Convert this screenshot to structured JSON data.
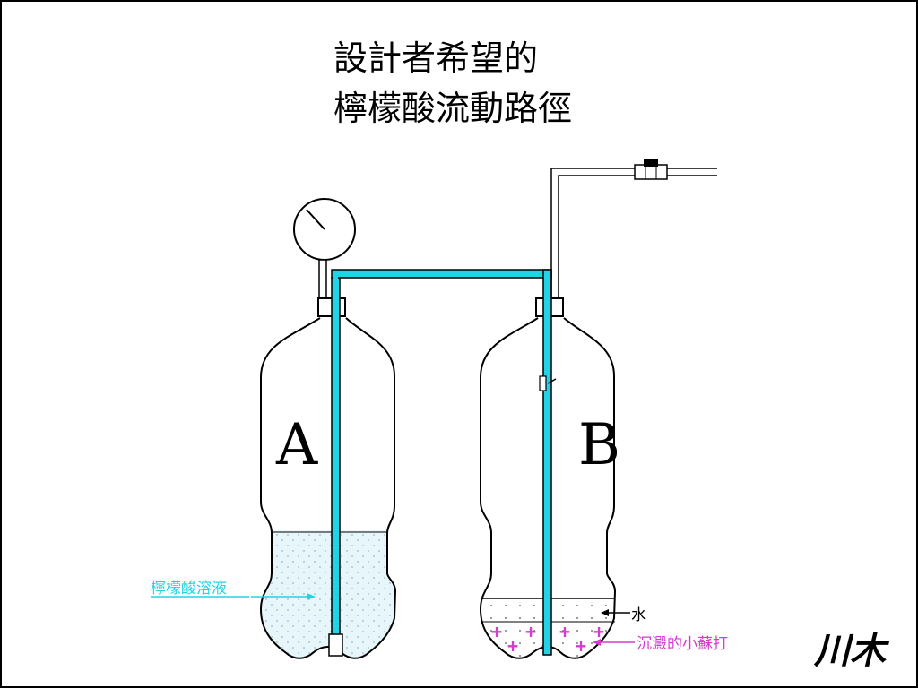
{
  "title": {
    "line1": "設計者希望的",
    "line2": "檸檬酸流動路徑"
  },
  "bottles": {
    "a_label": "A",
    "b_label": "B"
  },
  "annotations": {
    "citric_solution": "檸檬酸溶液",
    "water": "水",
    "baking_soda": "沉澱的小蘇打"
  },
  "signature": "川木",
  "colors": {
    "tube": "#22d3e6",
    "solution_text": "#22d3e6",
    "baking_soda": "#d63ad0",
    "liquid_fill": "#e6f6fa"
  }
}
